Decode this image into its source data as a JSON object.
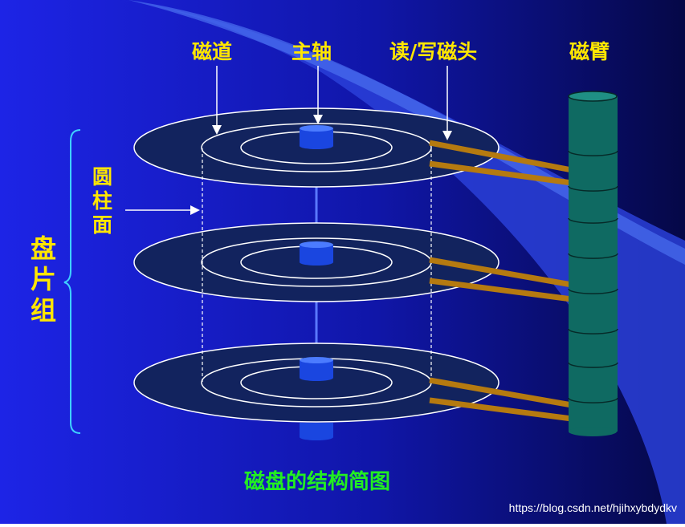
{
  "labels": {
    "track": "磁道",
    "spindle": "主轴",
    "head": "读/写磁头",
    "arm": "磁臂"
  },
  "cylinder_label": [
    "圆",
    "柱",
    "面"
  ],
  "platter_group_label": [
    "盘",
    "片",
    "组"
  ],
  "caption": "磁盘的结构简图",
  "watermark": "https://blog.csdn.net/hjihxybdydkv",
  "colors": {
    "background_left": "#1c22e0",
    "background_right": "#050a55",
    "label": "#ffe600",
    "caption": "#22ee22",
    "platter": "#12235e",
    "spindle": "#1a46e0",
    "arm": "#0f6a62",
    "head": "#b57a10",
    "bracket": "#3fd0ff"
  }
}
